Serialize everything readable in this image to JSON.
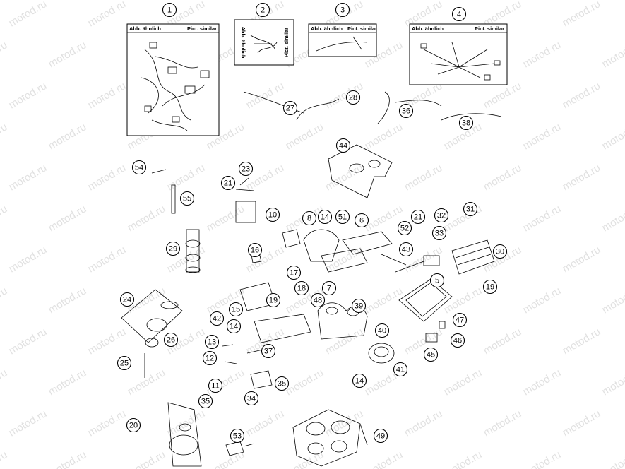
{
  "watermark": "motod.ru",
  "box_labels": {
    "left": "Abb. ähnlich",
    "right": "Pict. similar"
  },
  "callouts": [
    "1",
    "2",
    "3",
    "4",
    "27",
    "28",
    "36",
    "38",
    "44",
    "54",
    "23",
    "21",
    "55",
    "10",
    "8",
    "14",
    "51",
    "6",
    "21",
    "52",
    "32",
    "31",
    "33",
    "29",
    "30",
    "16",
    "43",
    "5",
    "19",
    "17",
    "18",
    "7",
    "24",
    "15",
    "19",
    "48",
    "39",
    "47",
    "42",
    "14",
    "37",
    "40",
    "26",
    "13",
    "46",
    "45",
    "12",
    "41",
    "25",
    "11",
    "14",
    "35",
    "34",
    "35",
    "20",
    "53",
    "49"
  ],
  "icons": {
    "part": "exploded-part-drawing",
    "callout": "numbered-callout-circle",
    "box": "similar-picture-inset-box"
  }
}
